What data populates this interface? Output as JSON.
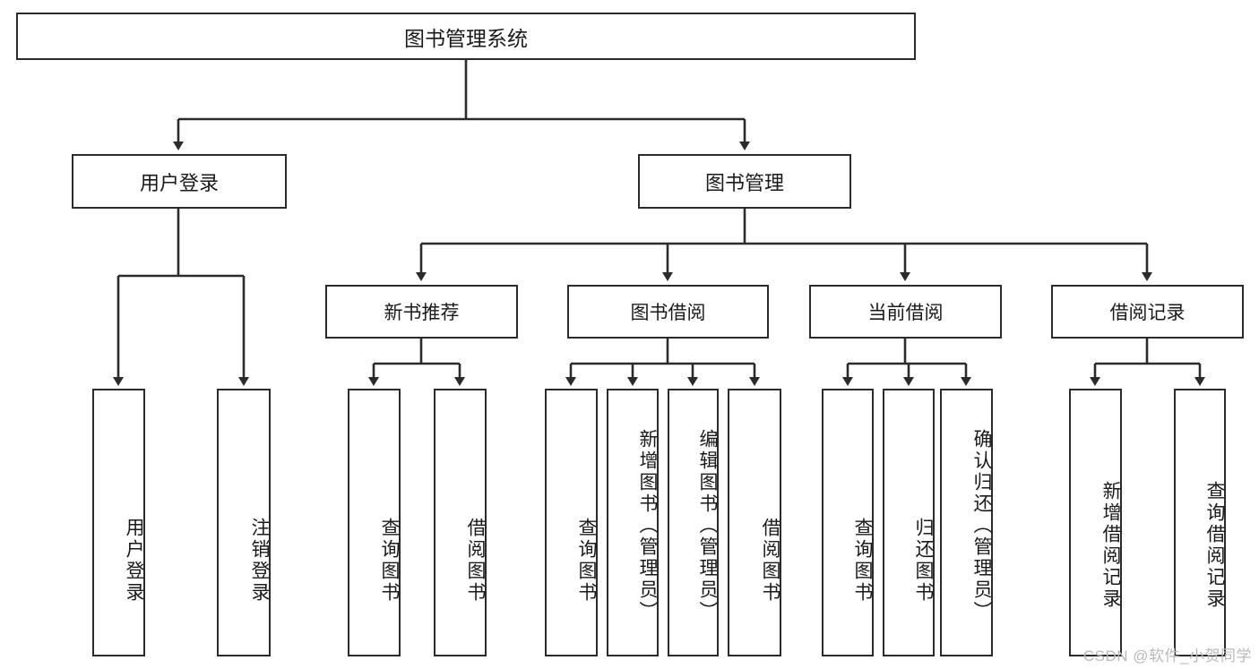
{
  "diagram": {
    "type": "tree",
    "title": "图书管理系统",
    "root": {
      "label": "图书管理系统"
    },
    "level1": [
      {
        "label": "用户登录"
      },
      {
        "label": "图书管理"
      }
    ],
    "level2": [
      {
        "label": "新书推荐"
      },
      {
        "label": "图书借阅"
      },
      {
        "label": "当前借阅"
      },
      {
        "label": "借阅记录"
      }
    ],
    "leaves": {
      "user_login": [
        {
          "label": "用户登录"
        },
        {
          "label": "注销登录"
        }
      ],
      "new_book_recommend": [
        {
          "label": "查询图书"
        },
        {
          "label": "借阅图书"
        }
      ],
      "book_borrow": [
        {
          "label": "查询图书"
        },
        {
          "label": "新增图书（管理员）"
        },
        {
          "label": "编辑图书（管理员）"
        },
        {
          "label": "借阅图书"
        }
      ],
      "current_borrow": [
        {
          "label": "查询图书"
        },
        {
          "label": "归还图书"
        },
        {
          "label": "确认归还（管理员）"
        }
      ],
      "borrow_record": [
        {
          "label": "新增借阅记录"
        },
        {
          "label": "查询借阅记录"
        }
      ]
    }
  },
  "watermark": {
    "text": "CSDN @软件_小贺同学"
  },
  "colors": {
    "background": "#ffffff",
    "border": "#2b2b2b",
    "text": "#1a1a1a",
    "watermark": "#b9b9b9"
  }
}
